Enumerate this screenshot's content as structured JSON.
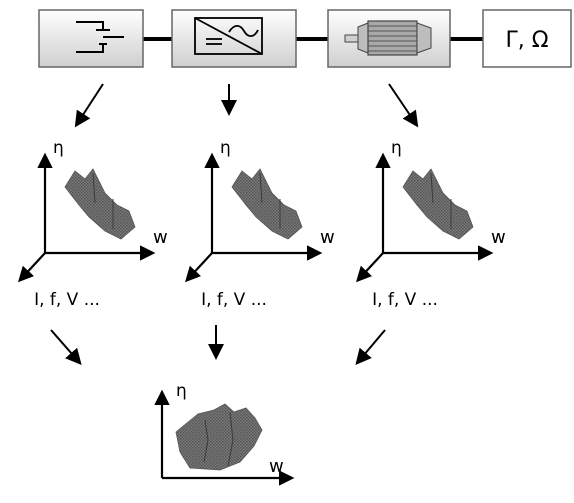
{
  "blocks": {
    "source_icon": "battery-icon",
    "inverter_icon": "inverter-icon",
    "motor_icon": "motor-icon",
    "load_label": "Γ, Ω"
  },
  "plots": {
    "y_label": "η",
    "x_label": "w",
    "z_label": "I, f, V ..."
  },
  "result_plot": {
    "y_label": "η",
    "x_label": "w"
  },
  "colors": {
    "block_fill_gradient": [
      "#ffffff",
      "#c8c8c8"
    ],
    "surface": "#6f6f6f"
  }
}
